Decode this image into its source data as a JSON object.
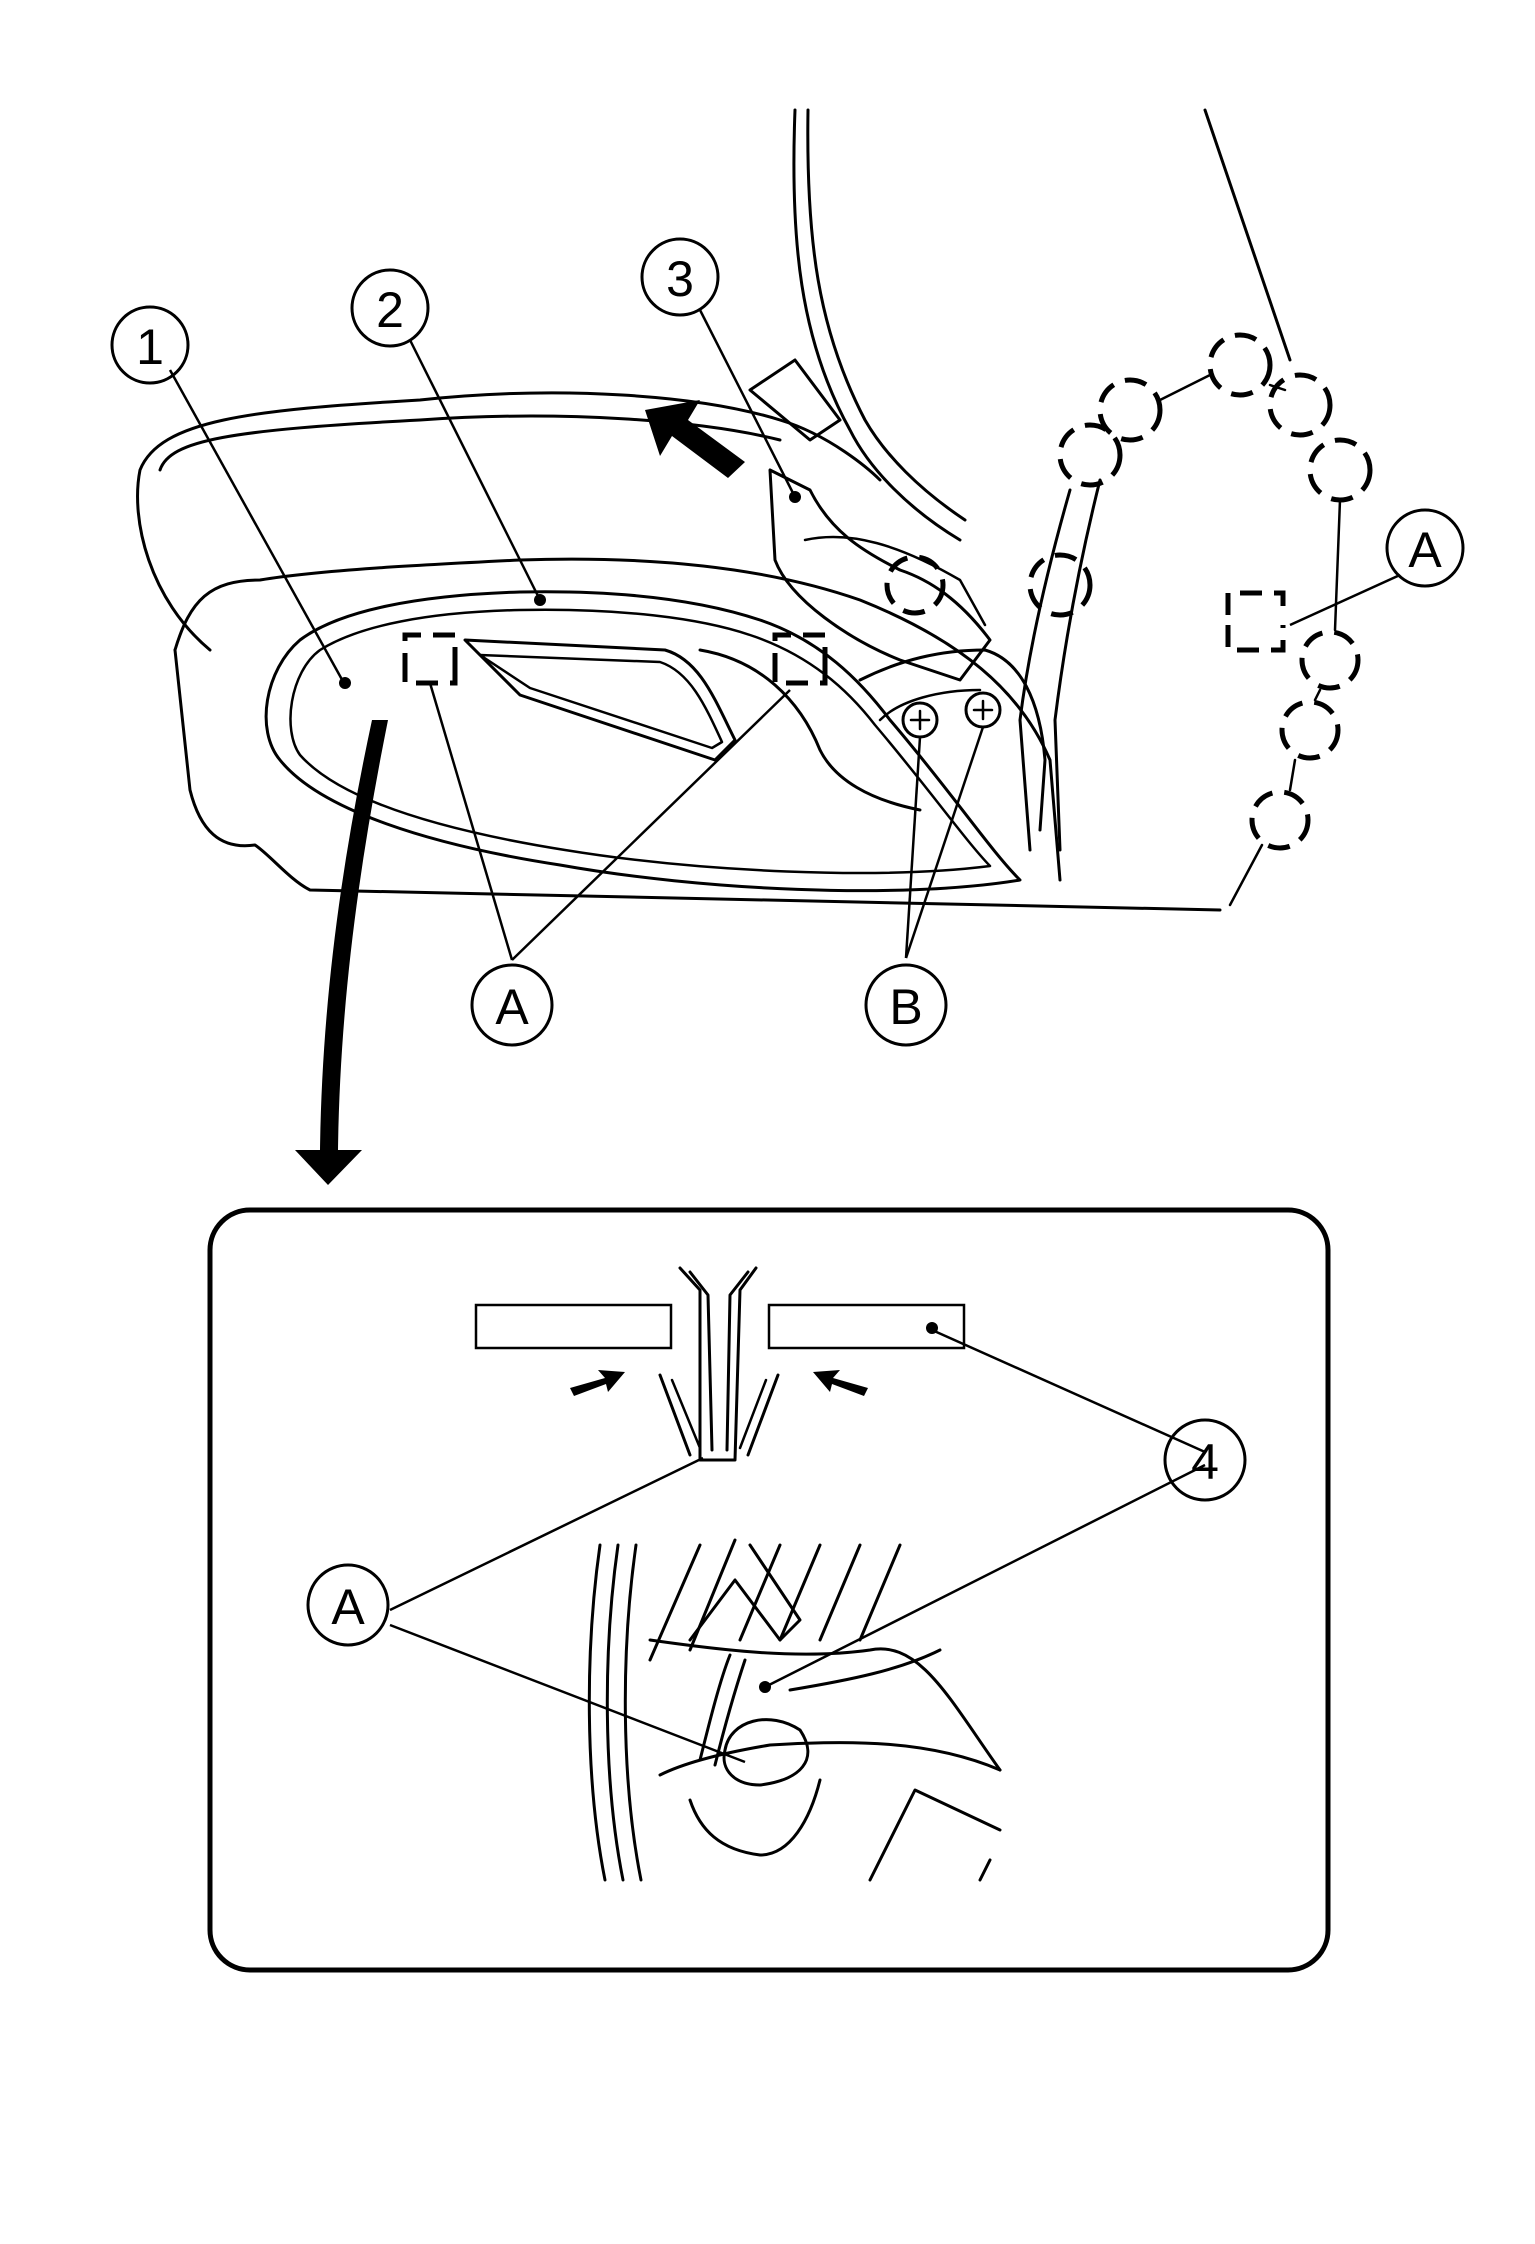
{
  "callouts": {
    "c1": "1",
    "c2": "2",
    "c3": "3",
    "c4": "4",
    "a_top_right": "A",
    "a_bottom_left": "A",
    "b_bottom": "B",
    "a_inset": "A"
  },
  "icons": [
    "direction-arrow-icon",
    "clip-bracket-icon",
    "screw-icon",
    "pawl-icon",
    "zoom-arrow-icon"
  ]
}
